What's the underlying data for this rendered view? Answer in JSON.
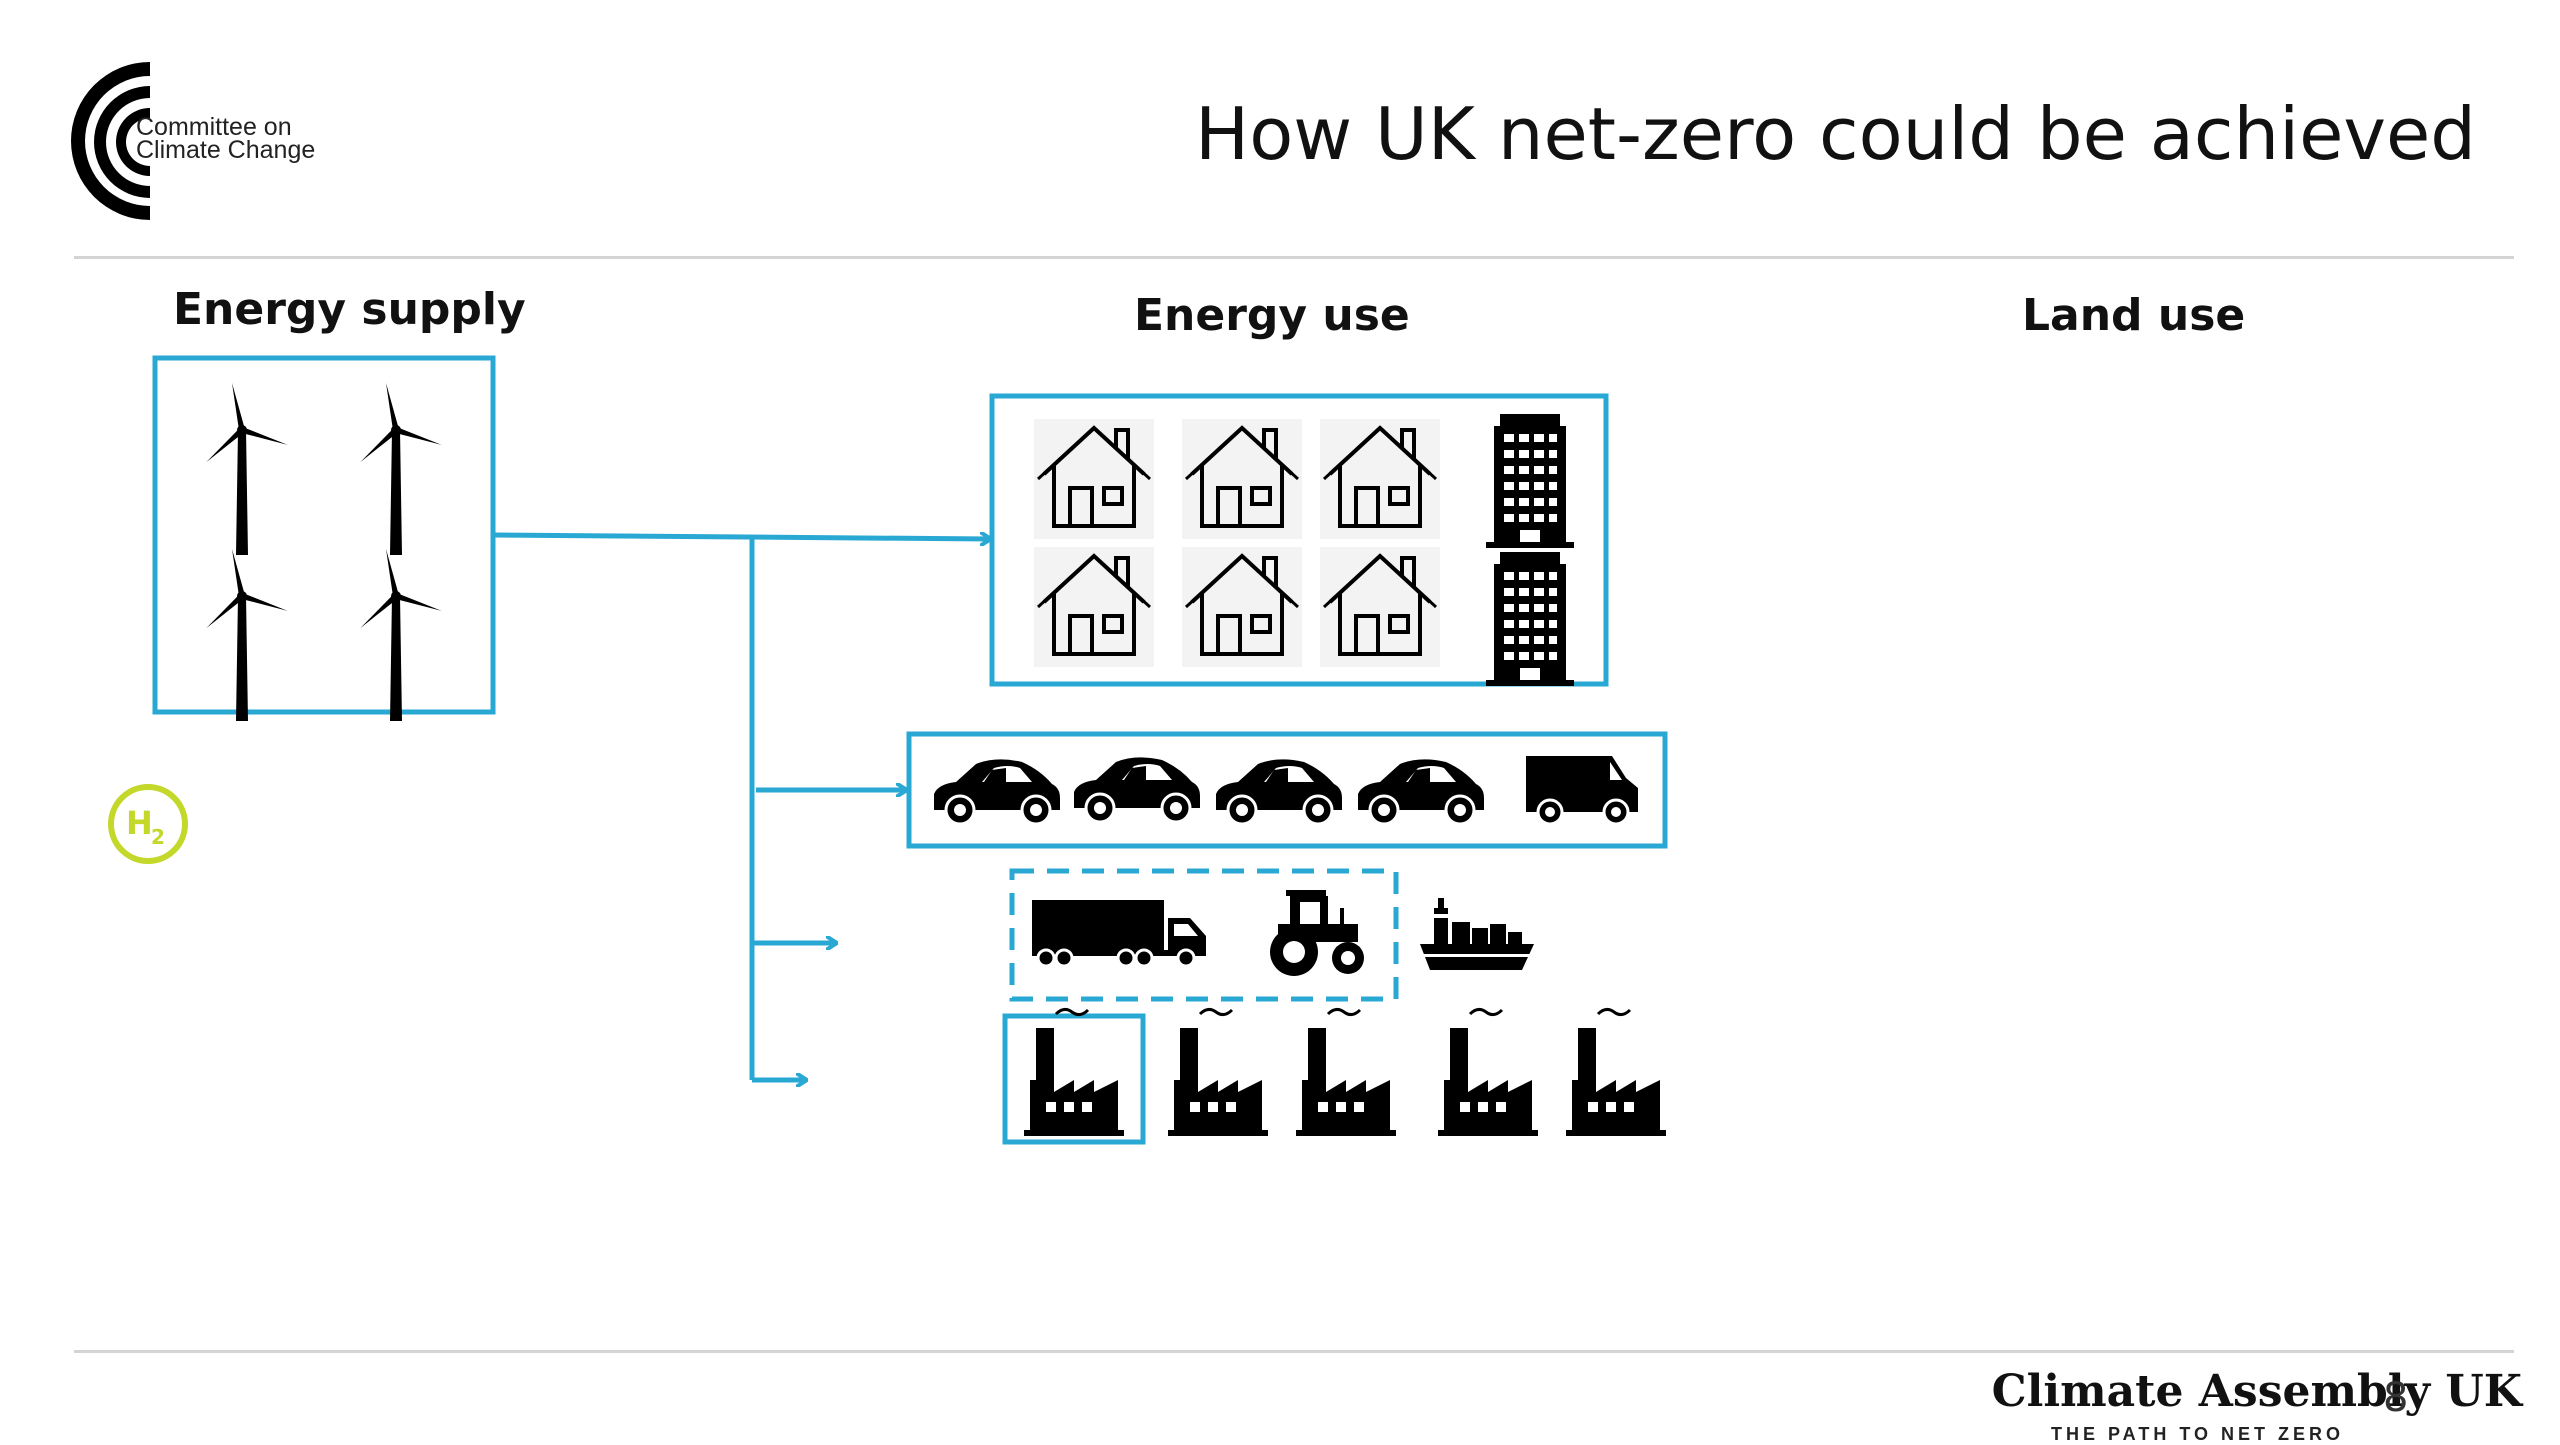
{
  "header": {
    "org_line1": "Committee on",
    "org_line2": "Climate Change",
    "title": "How UK net-zero could be achieved"
  },
  "columns": {
    "supply": "Energy supply",
    "use": "Energy use",
    "land": "Land use"
  },
  "badge": {
    "label_main": "H",
    "label_sub": "2",
    "color": "#c3d82a"
  },
  "footer": {
    "brand": "Climate Assembly UK",
    "tagline": "THE PATH TO NET ZERO",
    "page": "8"
  },
  "colors": {
    "accent": "#2aa8d4",
    "icon": "#000000",
    "rule": "#d4d4d4"
  },
  "icons": {
    "supply": [
      "wind-turbine-icon",
      "wind-turbine-icon",
      "wind-turbine-icon",
      "wind-turbine-icon"
    ],
    "buildings": [
      "house-icon",
      "house-icon",
      "house-icon",
      "house-icon",
      "house-icon",
      "house-icon",
      "office-building-icon",
      "office-building-icon"
    ],
    "vehicles": [
      "car-icon",
      "car-icon",
      "car-icon",
      "car-icon",
      "van-icon"
    ],
    "heavy": [
      "lorry-icon",
      "tractor-icon",
      "ship-icon"
    ],
    "industry": [
      "factory-icon",
      "factory-icon",
      "factory-icon",
      "factory-icon",
      "factory-icon"
    ]
  }
}
